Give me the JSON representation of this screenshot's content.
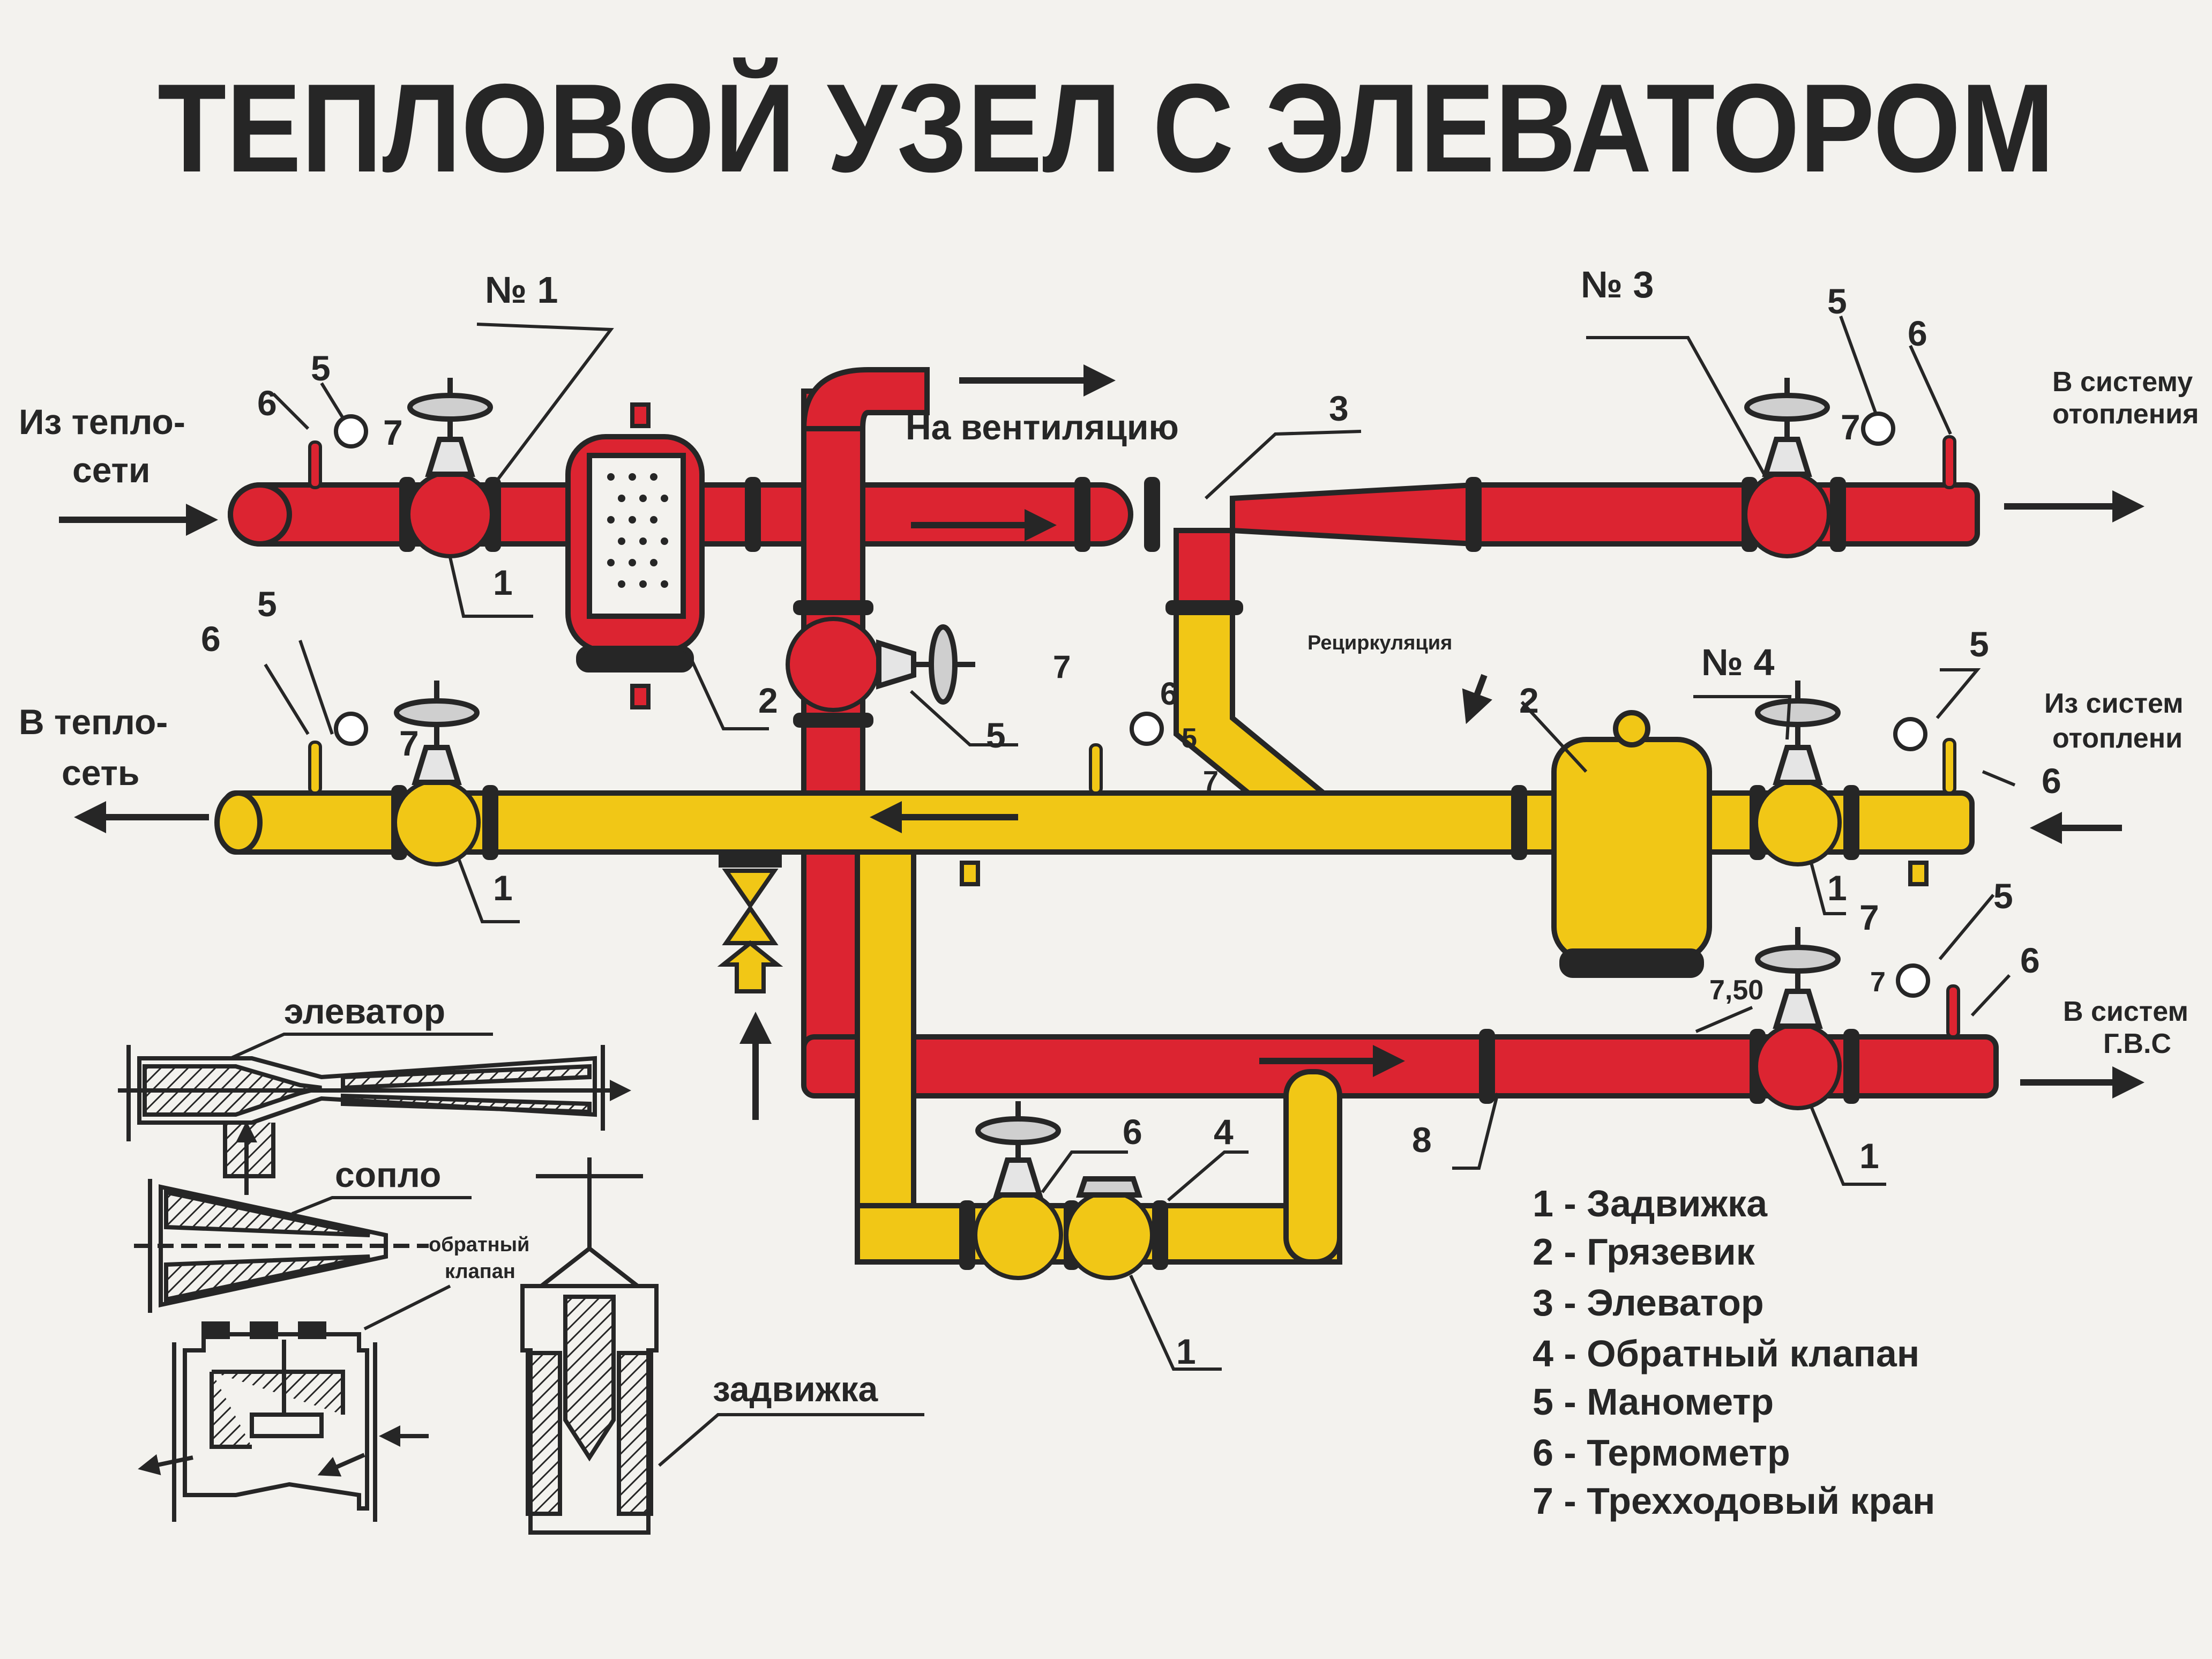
{
  "title": "ТЕПЛОВОЙ УЗЕЛ С ЭЛЕВАТОРОМ",
  "colors": {
    "supply_pipe": "#dc2431",
    "return_pipe": "#f1c716",
    "ink": "#262626",
    "board": "#f3f2ee"
  },
  "node_labels": {
    "n1": "№ 1",
    "n3": "№ 3",
    "n4": "№ 4"
  },
  "flow_labels": {
    "from_network": [
      "Из тепло-",
      "сети"
    ],
    "to_network": [
      "В тепло-",
      "сеть"
    ],
    "to_ventilation": "На вентиляцию",
    "to_heating": [
      "В систему",
      "отопления"
    ],
    "from_heating": [
      "Из систем",
      "отоплени"
    ],
    "to_hot_water": [
      "В систем",
      "Г.В.С"
    ],
    "recirculation": "Рециркуляция"
  },
  "callouts": {
    "one": "1",
    "two": "2",
    "three": "3",
    "four": "4",
    "five": "5",
    "six": "6",
    "seven": "7",
    "eight": "8",
    "seven_fifty": "7,50"
  },
  "details": {
    "elevator": "элеватор",
    "nozzle": "сопло",
    "check_valve": [
      "обратный",
      "клапан"
    ],
    "gate_valve": "задвижка"
  },
  "legend": [
    "1 - Задвижка",
    "2 - Грязевик",
    "3 - Элеватор",
    "4 - Обратный клапан",
    "5 - Манометр",
    "6 - Термометр",
    "7 - Трехходовый кран"
  ]
}
